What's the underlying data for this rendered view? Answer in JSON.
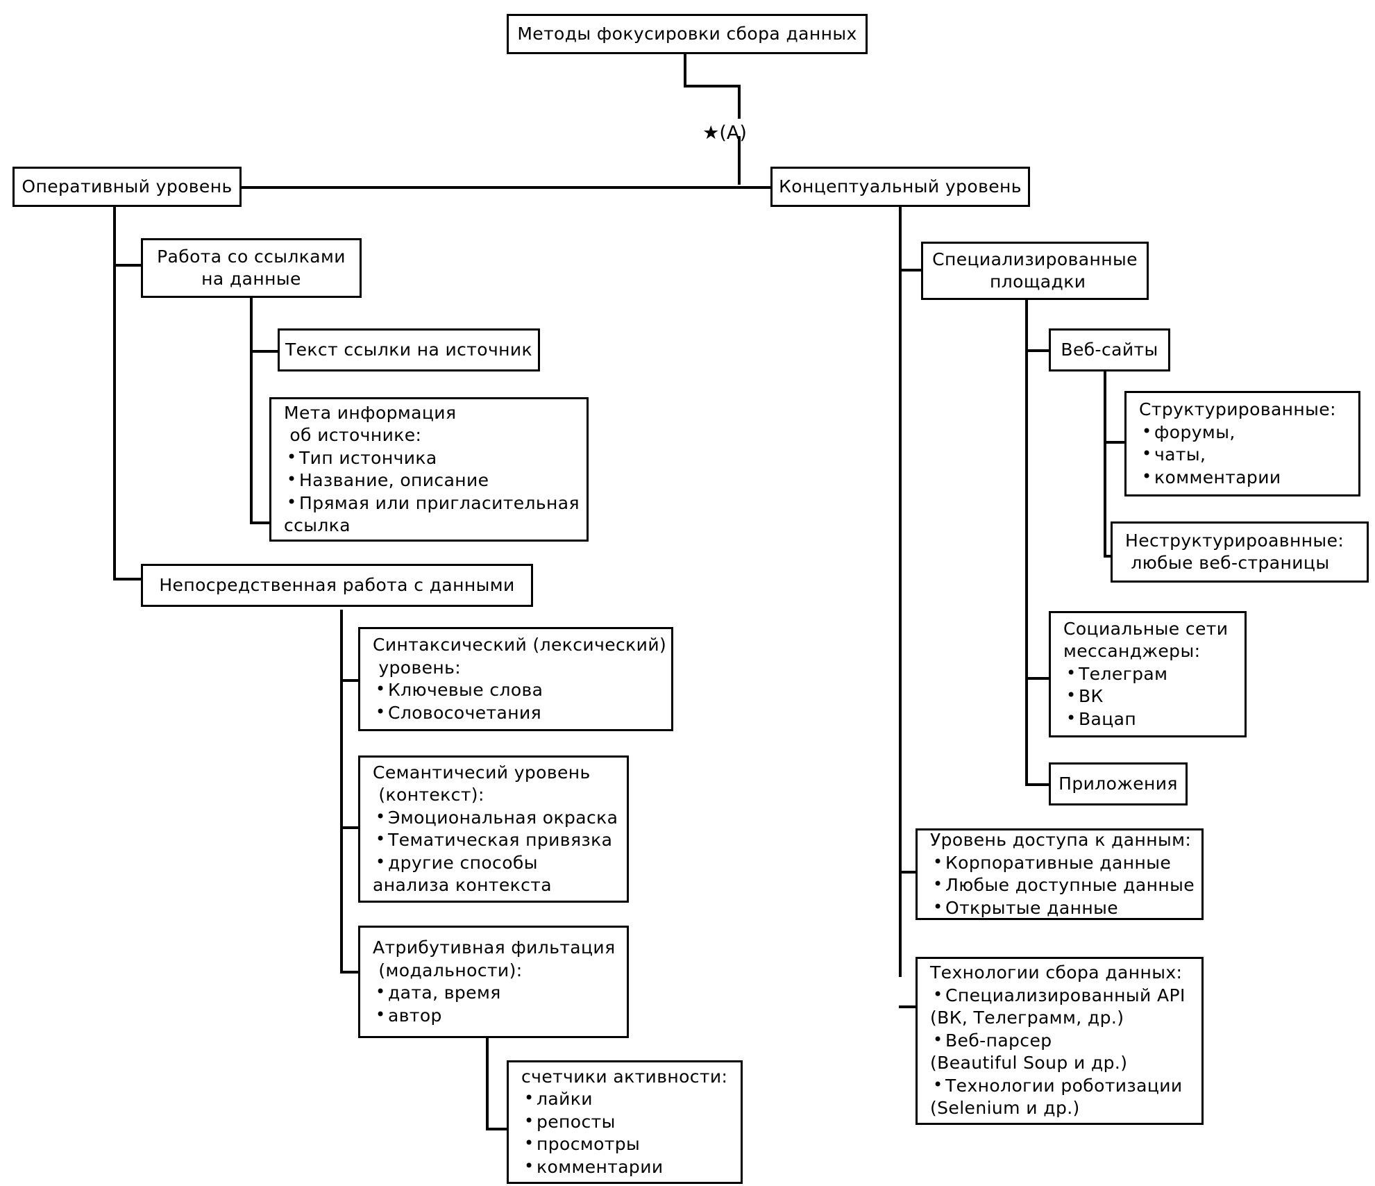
{
  "diagram": {
    "title": "Методы фокусировки сбора данных",
    "edge_marker": "★(A)",
    "nodes": {
      "root": {
        "label": "Методы фокусировки сбора данных"
      },
      "operational_level": {
        "label": "Оперативный уровень"
      },
      "conceptual_level": {
        "label": "Концептуальный уровень"
      },
      "links_work": {
        "label": "Работа со ссылками\nна данные"
      },
      "link_text": {
        "label": "Текст ссылки на источник"
      },
      "meta_info": {
        "heading": "Мета информация\n об источнике:",
        "items": [
          "Тип истончика",
          "Название, описание",
          "Прямая или пригласительная"
        ],
        "continuation": "ссылка"
      },
      "direct_data_work": {
        "label": "Непосредственная работа с данными"
      },
      "syntactic_level": {
        "heading": "Синтаксический (лексический)\n уровень:",
        "items": [
          "Ключевые слова",
          "Словосочетания"
        ]
      },
      "semantic_level": {
        "heading": "Семантичесий уровень\n (контекст):",
        "items": [
          "Эмоциональная окраска",
          "Тематическая привязка",
          "другие способы"
        ],
        "continuation": "анализа контекста"
      },
      "attributive_filtration": {
        "heading": "Атрибутивная фильтация\n (модальности):",
        "items": [
          "дата, время",
          "автор"
        ]
      },
      "activity_counters": {
        "heading": "счетчики активности:",
        "items": [
          "лайки",
          "репосты",
          "просмотры",
          "комментарии"
        ]
      },
      "specialized_platforms": {
        "label": "Специализированные\n площадки"
      },
      "websites": {
        "label": "Веб-сайты"
      },
      "structured": {
        "heading": "Структурированные:",
        "items": [
          "форумы,",
          "чаты,",
          "комментарии"
        ]
      },
      "unstructured": {
        "label": "Неструктурироавнные:\n любые веб-страницы"
      },
      "social_networks": {
        "heading": "Социальные сети\nмессанджеры:",
        "items": [
          "Телеграм",
          "ВК",
          "Вацап"
        ]
      },
      "applications": {
        "label": "Приложения"
      },
      "data_access_level": {
        "heading": "Уровень доступа к данным:",
        "items": [
          "Корпоративные данные",
          "Любые доступные данные",
          "Открытые данные"
        ]
      },
      "collection_technologies": {
        "heading": "Технологии сбора данных:",
        "items": [
          "Специализированный API",
          "Веб-парсер",
          "Технологии роботизации"
        ],
        "sublines": [
          "(ВК, Телеграмм, др.)",
          "(Beautiful Soup и др.)",
          "(Selenium и др.)"
        ]
      }
    }
  }
}
